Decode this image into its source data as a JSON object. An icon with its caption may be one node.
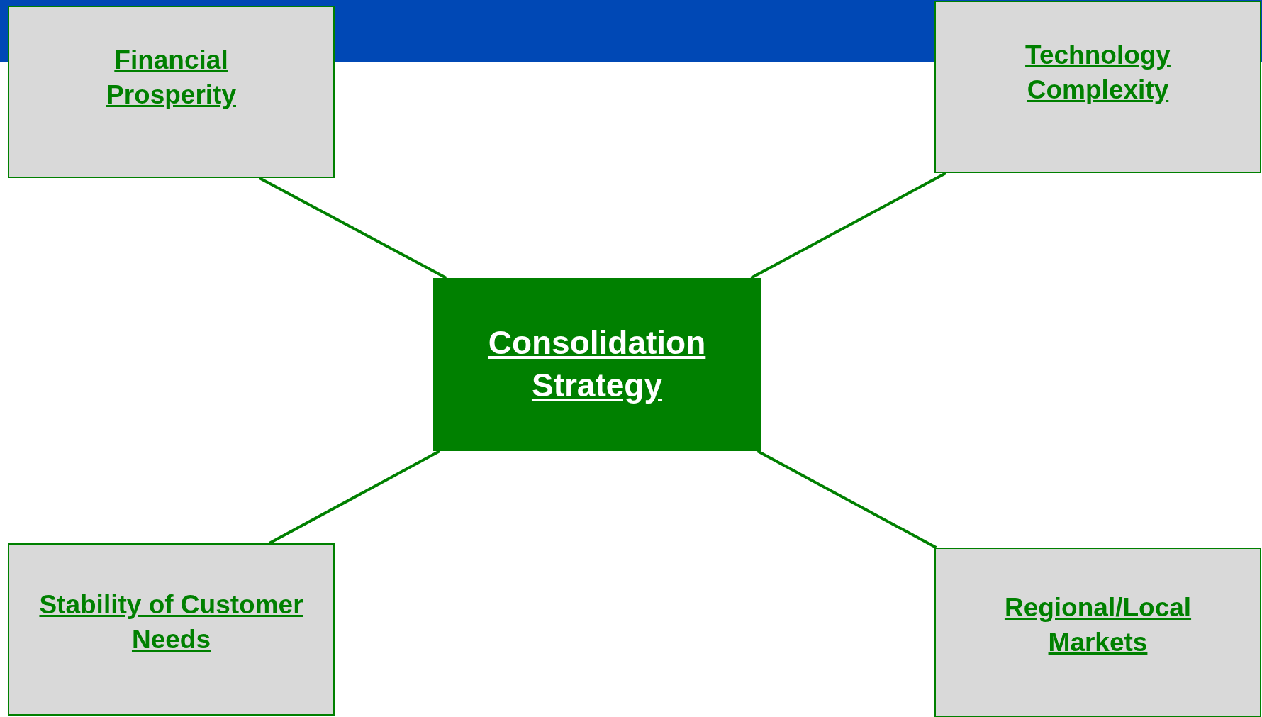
{
  "diagram": {
    "nodes": [
      {
        "text": [
          "Financial Prosperity"
        ]
      },
      {
        "text": [
          "Technology Complexity"
        ]
      },
      {
        "text": [
          "Consolidation Strategy"
        ]
      },
      {
        "text": [
          "Stability of Customer Needs"
        ]
      },
      {
        "text": [
          "Regional/Local Markets"
        ]
      }
    ],
    "edges": [
      {
        "from": 2,
        "to": 0,
        "arrow": "none"
      },
      {
        "from": 2,
        "to": 1,
        "arrow": "none"
      },
      {
        "from": 2,
        "to": 3,
        "arrow": "none"
      },
      {
        "from": 2,
        "to": 4,
        "arrow": "none"
      }
    ]
  }
}
